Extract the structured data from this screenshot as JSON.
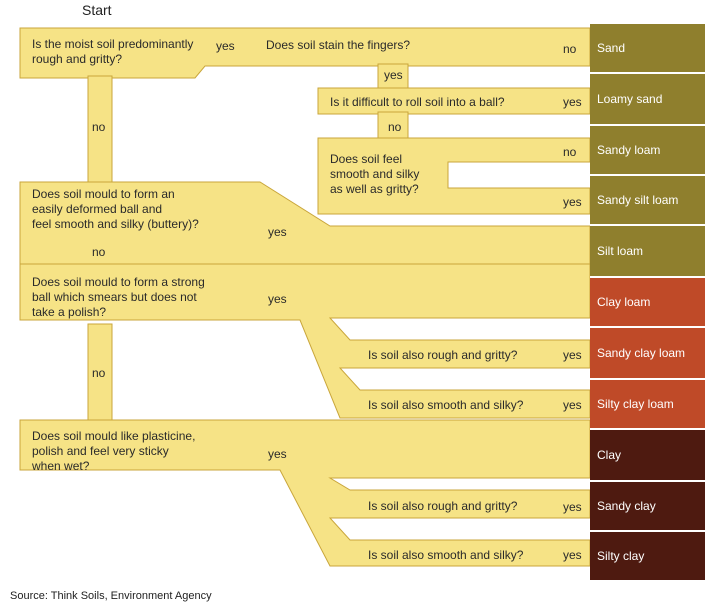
{
  "start_label": "Start",
  "source": "Source: Think Soils, Environment Agency",
  "colors": {
    "path_fill": "#f6e386",
    "path_stroke": "#c9a63b",
    "sand_group": "#8f7f2d",
    "clay_loam_group": "#bf4a28",
    "clay_group": "#4e1a10"
  },
  "questions": {
    "q1": [
      "Is the moist soil predominantly",
      "rough and gritty?"
    ],
    "q_stain": "Does soil stain the fingers?",
    "q_roll": "Is it difficult to roll soil into a ball?",
    "q_smooth_silky": [
      "Does soil feel",
      "smooth and silky",
      "as well as gritty?"
    ],
    "q_mould_smooth": [
      "Does soil mould to form an",
      "easily deformed ball and",
      "feel smooth and silky (buttery)?"
    ],
    "q_strong_ball": [
      "Does soil mould to form a strong",
      "ball which smears but does not",
      "take a polish?"
    ],
    "q_rough_1": "Is soil also rough and gritty?",
    "q_silky_1": "Is soil also smooth and silky?",
    "q_plasticine": [
      "Does soil mould like plasticine,",
      "polish and feel very sticky",
      "when wet?"
    ],
    "q_rough_2": "Is soil also rough and gritty?",
    "q_silky_2": "Is soil also smooth and silky?"
  },
  "answers": {
    "yes": "yes",
    "no": "no"
  },
  "results": [
    {
      "label": "Sand",
      "color": "#8f7f2d"
    },
    {
      "label": "Loamy sand",
      "color": "#8f7f2d"
    },
    {
      "label": "Sandy loam",
      "color": "#8f7f2d"
    },
    {
      "label": "Sandy silt loam",
      "color": "#8f7f2d"
    },
    {
      "label": "Silt loam",
      "color": "#8f7f2d"
    },
    {
      "label": "Clay loam",
      "color": "#bf4a28"
    },
    {
      "label": "Sandy clay loam",
      "color": "#bf4a28"
    },
    {
      "label": "Silty clay loam",
      "color": "#bf4a28"
    },
    {
      "label": "Clay",
      "color": "#4e1a10"
    },
    {
      "label": "Sandy clay",
      "color": "#4e1a10"
    },
    {
      "label": "Silty clay",
      "color": "#4e1a10"
    }
  ]
}
